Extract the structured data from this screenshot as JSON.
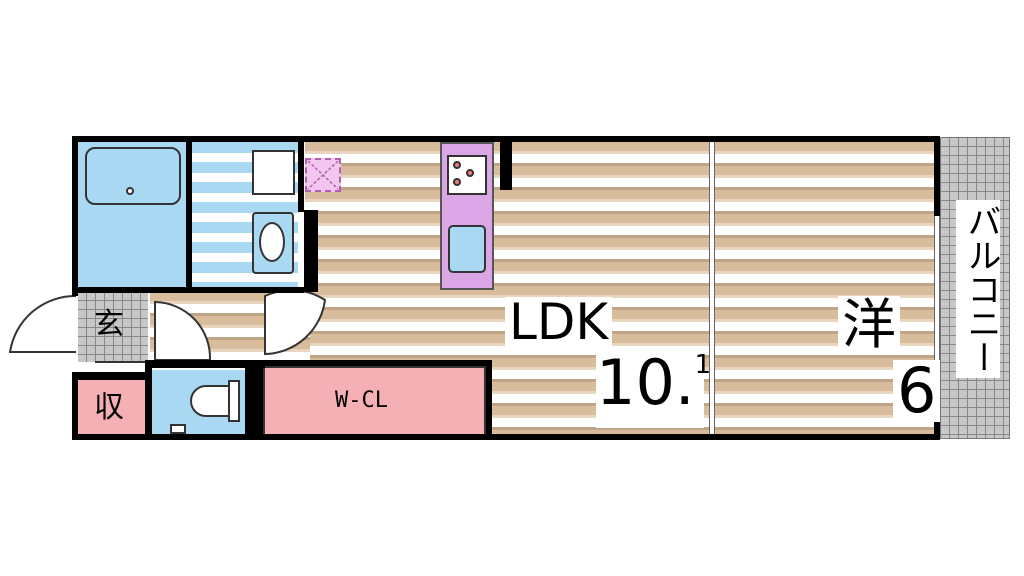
{
  "floorplan": {
    "rooms": {
      "ldk": {
        "label": "LDK",
        "size_main": "10.",
        "size_sup": "1"
      },
      "western": {
        "label": "洋",
        "size": "6"
      },
      "balcony": {
        "label": "バルコニー"
      },
      "entrance": {
        "label": "玄"
      },
      "storage": {
        "label": "収"
      },
      "walk_in_closet": {
        "label": "W-CL"
      }
    },
    "fixtures": [
      "bathtub-icon",
      "washbasin-icon",
      "washing-machine-icon",
      "stove-icon",
      "sink-icon",
      "toilet-icon"
    ],
    "colors": {
      "wall": "#000000",
      "wood_floor": "#d8bc9c",
      "water_area": "#a9d9f2",
      "kitchen": "#dba6e6",
      "closet": "#f4b0b5",
      "entrance": "#c8c8c8",
      "balcony": "#c8c8c8"
    }
  }
}
